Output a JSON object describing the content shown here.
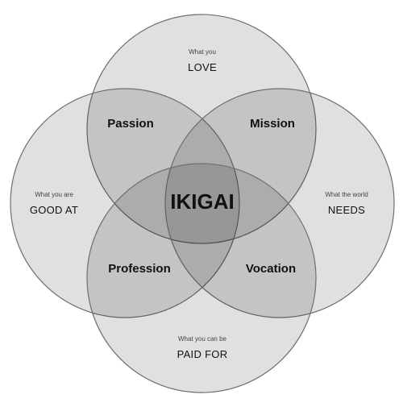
{
  "circles": {
    "love": {
      "caption": "What you",
      "title": "LOVE"
    },
    "good_at": {
      "caption": "What you are",
      "title": "GOOD AT"
    },
    "needs": {
      "caption": "What the world",
      "title": "NEEDS"
    },
    "paid_for": {
      "caption": "What you can be",
      "title": "PAID FOR"
    }
  },
  "regions": {
    "passion": "Passion",
    "mission": "Mission",
    "profession": "Profession",
    "vocation": "Vocation"
  },
  "center": "IKIGAI"
}
